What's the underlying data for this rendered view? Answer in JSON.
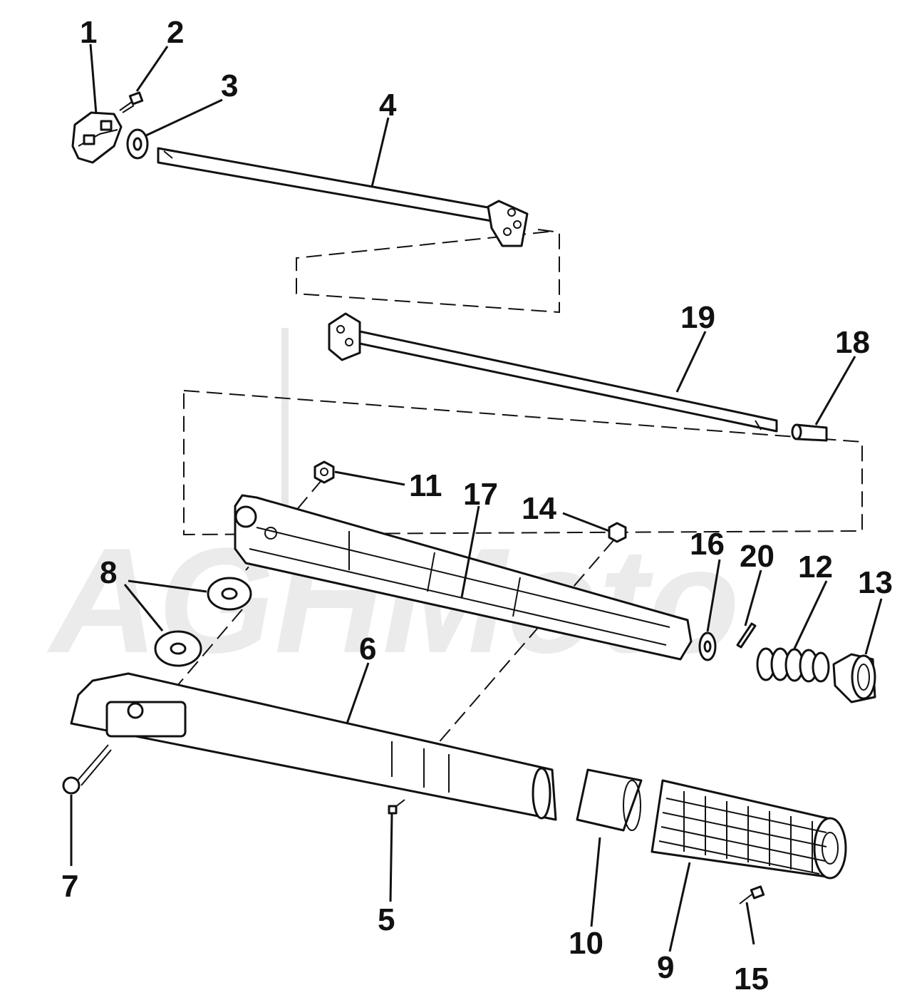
{
  "watermark": "AGHMoto",
  "callouts": {
    "c1": "1",
    "c2": "2",
    "c3": "3",
    "c4": "4",
    "c5": "5",
    "c6": "6",
    "c7": "7",
    "c8": "8",
    "c9": "9",
    "c10": "10",
    "c11": "11",
    "c12": "12",
    "c13": "13",
    "c14": "14",
    "c15": "15",
    "c16": "16",
    "c17": "17",
    "c18": "18",
    "c19": "19",
    "c20": "20"
  }
}
